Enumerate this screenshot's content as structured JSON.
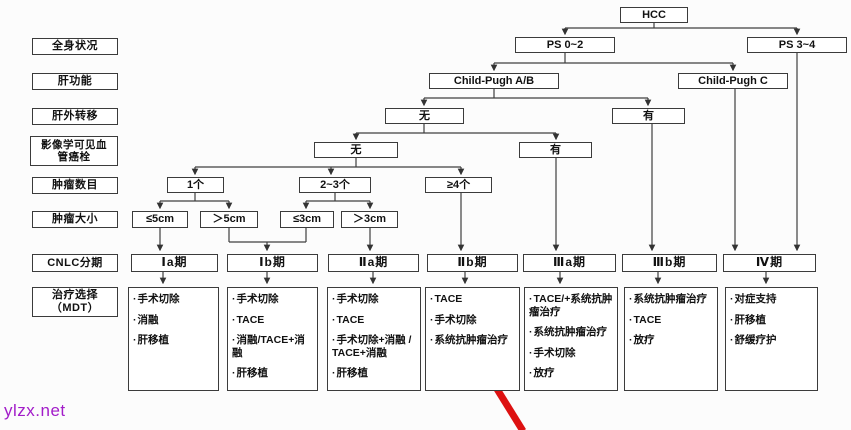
{
  "rows": [
    "全身状况",
    "肝功能",
    "肝外转移",
    "影像学可见血\n管癌栓",
    "肿瘤数目",
    "肿瘤大小",
    "CNLC分期",
    "治疗选择\n（MDT）"
  ],
  "nodes": {
    "hcc": "HCC",
    "ps02": "PS 0~2",
    "ps34": "PS 3~4",
    "cpab": "Child-Pugh A/B",
    "cpc": "Child-Pugh C",
    "meta_no": "无",
    "meta_yes": "有",
    "vt_no": "无",
    "vt_yes": "有",
    "n1": "1个",
    "n23": "2~3个",
    "n4": "≥4个",
    "le5": "≤5cm",
    "gt5": "＞5cm",
    "le3": "≤3cm",
    "gt3": "＞3cm"
  },
  "stages": [
    "Ⅰa期",
    "Ⅰb期",
    "Ⅱa期",
    "Ⅱb期",
    "Ⅲa期",
    "Ⅲb期",
    "Ⅳ期"
  ],
  "treatments": [
    [
      "手术切除",
      "消融",
      "肝移植"
    ],
    [
      "手术切除",
      "TACE",
      "消融/TACE+消融",
      "肝移植"
    ],
    [
      "手术切除",
      "TACE",
      "手术切除+消融 / TACE+消融",
      "肝移植"
    ],
    [
      "TACE",
      "手术切除",
      "系统抗肿瘤治疗"
    ],
    [
      "TACE/+系统抗肿瘤治疗",
      "系统抗肿瘤治疗",
      "手术切除",
      "放疗"
    ],
    [
      "系统抗肿瘤治疗",
      "TACE",
      "放疗"
    ],
    [
      "对症支持",
      "肝移植",
      "舒缓疗护"
    ]
  ],
  "watermark": "ylzx.net",
  "colors": {
    "arrow_red": "#dd1111",
    "watermark_purple": "#a21cc9",
    "line": "#3f3f3f"
  }
}
